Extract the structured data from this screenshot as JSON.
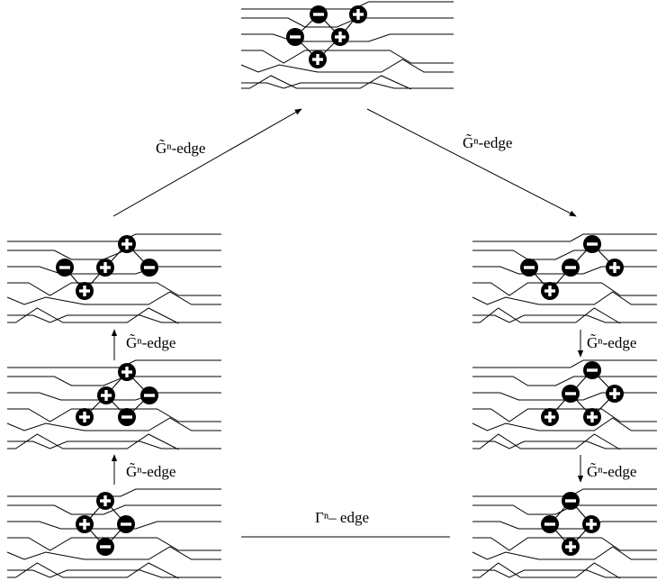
{
  "edges": {
    "top_left_label": "G̃ⁿ-edge",
    "top_right_label": "G̃ⁿ-edge",
    "left_upper_label": "G̃ⁿ-edge",
    "left_lower_label": "G̃ⁿ-edge",
    "right_upper_label": "G̃ⁿ-edge",
    "right_lower_label": "G̃ⁿ-edge",
    "bottom_label": "Γⁿ– edge"
  },
  "node_signs": {
    "plus": "+",
    "minus": "−"
  },
  "diagrams": [
    {
      "id": "top",
      "nodes": [
        "−",
        "+",
        "−",
        "+",
        "+"
      ]
    },
    {
      "id": "left-1",
      "nodes": [
        "+",
        "−",
        "+",
        "−",
        "+"
      ]
    },
    {
      "id": "left-2",
      "nodes": [
        "+",
        "+",
        "−",
        "+",
        "−"
      ]
    },
    {
      "id": "left-3",
      "nodes": [
        "+",
        "+",
        "−",
        "−"
      ]
    },
    {
      "id": "right-1",
      "nodes": [
        "−",
        "−",
        "−",
        "+",
        "+"
      ]
    },
    {
      "id": "right-2",
      "nodes": [
        "−",
        "−",
        "+",
        "+",
        "+"
      ]
    },
    {
      "id": "right-3",
      "nodes": [
        "−",
        "−",
        "+",
        "+"
      ]
    }
  ]
}
